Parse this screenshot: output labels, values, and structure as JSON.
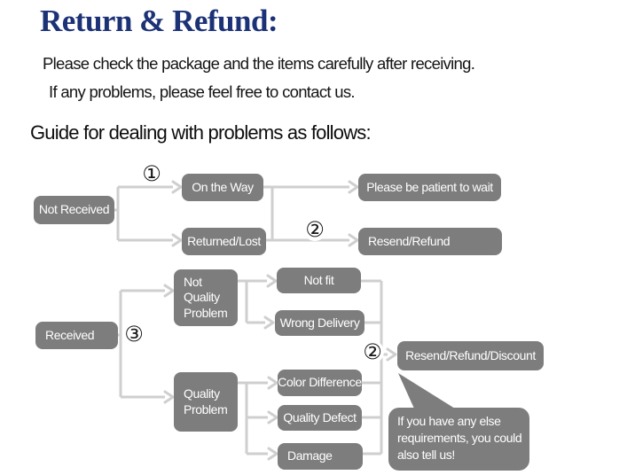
{
  "header": {
    "title": "Return & Refund:",
    "line1": "Please check the package and the items carefully after receiving.",
    "line2": "If any problems, please feel free to contact us.",
    "guide": "Guide for dealing with problems as follows:"
  },
  "markers": {
    "one": "①",
    "two": "②",
    "three": "③"
  },
  "flow": {
    "not_received": "Not Received",
    "on_the_way": "On the Way",
    "returned_lost": "Returned/Lost",
    "patient_wait": "Please be patient to wait",
    "resend_refund": "Resend/Refund",
    "received": "Received",
    "not_quality_problem": "Not\nQuality\nProblem",
    "not_fit": "Not fit",
    "wrong_delivery": "Wrong Delivery",
    "quality_problem": "Quality\nProblem",
    "color_difference": "Color Difference",
    "quality_defect": "Quality Defect",
    "damage": "Damage",
    "resend_refund_discount": "Resend/Refund/Discount",
    "note": "If you have any else requirements, you could also tell us!"
  },
  "colors": {
    "title": "#1c3276",
    "box": "#7d7d7d",
    "box_text": "#ffffff",
    "connector": "#cfcfcf",
    "body": "#1f1f1f"
  }
}
